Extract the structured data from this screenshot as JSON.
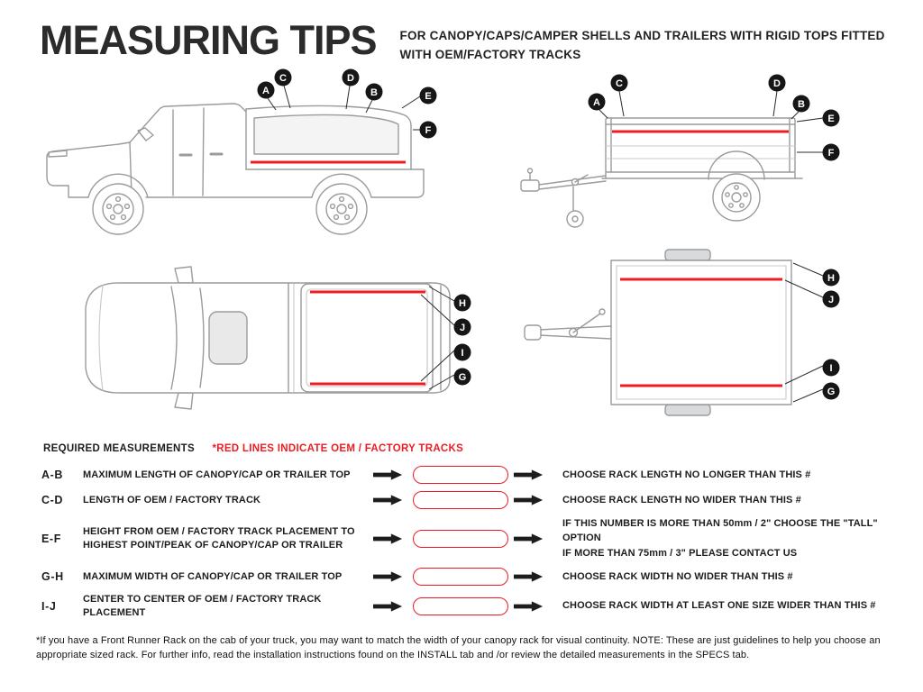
{
  "header": {
    "title": "MEASURING TIPS",
    "subtitle_line1": "FOR CANOPY/CAPS/CAMPER SHELLS AND TRAILERS WITH RIGID TOPS FITTED",
    "subtitle_line2": "WITH OEM/FACTORY TRACKS"
  },
  "labels": {
    "A": "A",
    "B": "B",
    "C": "C",
    "D": "D",
    "E": "E",
    "F": "F",
    "G": "G",
    "H": "H",
    "I": "I",
    "J": "J"
  },
  "measurements": {
    "heading": "REQUIRED MEASUREMENTS",
    "note": "*RED LINES INDICATE OEM / FACTORY TRACKS",
    "rows": [
      {
        "id": "A-B",
        "description": "MAXIMUM  LENGTH OF CANOPY/CAP OR TRAILER TOP",
        "result": "CHOOSE RACK LENGTH NO LONGER THAN THIS #"
      },
      {
        "id": "C-D",
        "description": "LENGTH OF OEM / FACTORY TRACK",
        "result": "CHOOSE RACK LENGTH NO WIDER THAN THIS #"
      },
      {
        "id": "E-F",
        "description": "HEIGHT FROM OEM / FACTORY TRACK PLACEMENT TO\nHIGHEST POINT/PEAK OF CANOPY/CAP OR TRAILER",
        "result": "IF THIS NUMBER IS MORE THAN 50mm / 2\" CHOOSE THE \"TALL\" OPTION\nIF MORE THAN 75mm / 3\" PLEASE CONTACT US"
      },
      {
        "id": "G-H",
        "description": "MAXIMUM  WIDTH OF CANOPY/CAP OR TRAILER TOP",
        "result": "CHOOSE RACK WIDTH NO WIDER THAN THIS #"
      },
      {
        "id": "I-J",
        "description": "CENTER TO CENTER OF OEM / FACTORY TRACK PLACEMENT",
        "result": "CHOOSE RACK WIDTH AT LEAST ONE SIZE WIDER THAN THIS #"
      }
    ]
  },
  "footnote": "*If you have a Front Runner Rack on the cab of your truck, you may want to match the width of your canopy rack for visual continuity. NOTE: These are just guidelines to help you choose an appropriate sized rack. For further info, read the installation instructions found on the INSTALL tab and /or review the detailed measurements in the SPECS tab.",
  "colors": {
    "track_red": "#ed1c24",
    "ink": "#1d1d1b",
    "line_gray": "#9a9b9d"
  }
}
